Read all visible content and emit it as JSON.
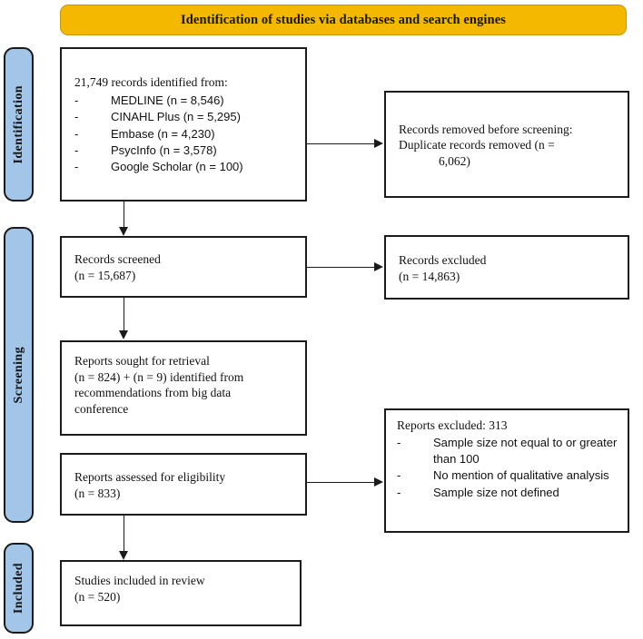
{
  "banner": {
    "title": "Identification of studies via databases and search engines",
    "bg_color": "#F5B800"
  },
  "phases": {
    "bar_color": "#A3C6E8",
    "identification": "Identification",
    "screening": "Screening",
    "included": "Included"
  },
  "nodes": {
    "records_identified": {
      "heading": "21,749 records identified from:",
      "sources": [
        {
          "dash": "-",
          "label": "MEDLINE (n = 8,546)"
        },
        {
          "dash": "-",
          "label": "CINAHL Plus (n = 5,295)"
        },
        {
          "dash": "-",
          "label": "Embase (n = 4,230)"
        },
        {
          "dash": "-",
          "label": "PsycInfo (n = 3,578)"
        },
        {
          "dash": "-",
          "label": "Google Scholar (n = 100)"
        }
      ]
    },
    "records_removed": {
      "line1": "Records removed before screening:",
      "line2": "Duplicate records removed  (n =",
      "line3": "6,062)"
    },
    "records_screened": {
      "line1": "Records screened",
      "line2": "(n = 15,687)"
    },
    "records_excluded": {
      "line1": "Records excluded",
      "line2": "(n = 14,863)"
    },
    "reports_sought": {
      "line1": "Reports sought for retrieval",
      "line2": "(n = 824) + (n = 9) identified from",
      "line3": "recommendations from big data",
      "line4": "conference"
    },
    "reports_assessed": {
      "line1": "Reports assessed for eligibility",
      "line2": "(n = 833)"
    },
    "reports_excluded": {
      "heading": "Reports excluded: 313",
      "reasons": [
        {
          "dash": "-",
          "label": "Sample size not equal to or greater than 100"
        },
        {
          "dash": "-",
          "label": "No mention of qualitative analysis"
        },
        {
          "dash": "-",
          "label": "Sample size not defined"
        }
      ]
    },
    "studies_included": {
      "line1": "Studies included in review",
      "line2": "(n = 520)"
    }
  },
  "chart_data": {
    "type": "diagram",
    "title": "PRISMA 2020 flow diagram",
    "stages": [
      {
        "phase": "Identification",
        "label": "Records identified",
        "n": 21749
      },
      {
        "phase": "Identification",
        "label": "MEDLINE",
        "n": 8546
      },
      {
        "phase": "Identification",
        "label": "CINAHL Plus",
        "n": 5295
      },
      {
        "phase": "Identification",
        "label": "Embase",
        "n": 4230
      },
      {
        "phase": "Identification",
        "label": "PsycInfo",
        "n": 3578
      },
      {
        "phase": "Identification",
        "label": "Google Scholar",
        "n": 100
      },
      {
        "phase": "Identification",
        "label": "Duplicate records removed",
        "n": 6062
      },
      {
        "phase": "Screening",
        "label": "Records screened",
        "n": 15687
      },
      {
        "phase": "Screening",
        "label": "Records excluded",
        "n": 14863
      },
      {
        "phase": "Screening",
        "label": "Reports sought for retrieval",
        "n": 824
      },
      {
        "phase": "Screening",
        "label": "Reports identified from recommendations",
        "n": 9
      },
      {
        "phase": "Screening",
        "label": "Reports assessed for eligibility",
        "n": 833
      },
      {
        "phase": "Screening",
        "label": "Reports excluded",
        "n": 313
      },
      {
        "phase": "Included",
        "label": "Studies included in review",
        "n": 520
      }
    ]
  }
}
